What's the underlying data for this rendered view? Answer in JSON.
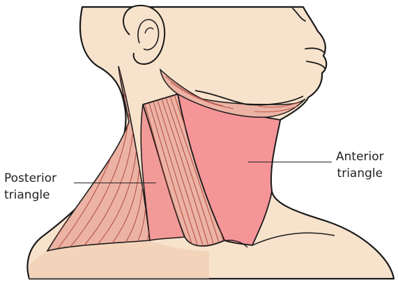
{
  "labels": {
    "posterior_line1": "Posterior",
    "posterior_line2": "triangle",
    "anterior_line1": "Anterior",
    "anterior_line2": "triangle"
  },
  "colors": {
    "skin": "#f7e2cc",
    "skin_shadow": "#f0c8ad",
    "anterior_triangle": "#f59598",
    "posterior_triangle": "#f29a98",
    "muscle_fill": "#ecb3a4",
    "muscle_stripe": "#b0483f",
    "outline": "#1a1a1a"
  },
  "icons": [
    "ear-icon",
    "head-neck-illustration"
  ]
}
